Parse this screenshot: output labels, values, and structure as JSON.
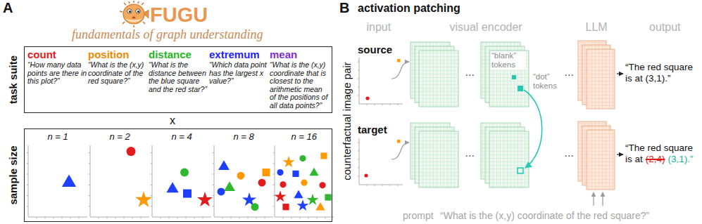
{
  "diagram": {
    "nodes": [
      {
        "text": [
          "task suite",
          "count",
          "“How many data points are there in this plot?”",
          "position",
          "“What is the (x,y) coordinate of the red square?”",
          "distance",
          "“What is the distance between the blue square and the red star?”",
          "extremum",
          "“Which data point has the largest x value?”",
          "mean",
          "“What is the (x,y) coordinate that is closest to the arithmetic mean of the positions of all data points?”"
        ]
      },
      {
        "text": [
          "sample size",
          "n = 1",
          "n = 2",
          "n = 4",
          "n = 8",
          "n = 16"
        ]
      }
    ],
    "labels": [
      "A",
      "FUGU",
      "fundamentals of graph understanding",
      "x",
      "B",
      "activation patching",
      "input",
      "visual encoder",
      "LLM",
      "output",
      "counterfactual image pair",
      "source",
      "target",
      "“blank” tokens",
      "“dot” tokens",
      "...",
      "...",
      "...",
      "...",
      "“The red square is at (3,1).”",
      "“The red square is at",
      "(2,4)",
      "(3,1).”",
      "prompt",
      "“What is the (x,y) coordinate of the red square?”"
    ]
  }
}
